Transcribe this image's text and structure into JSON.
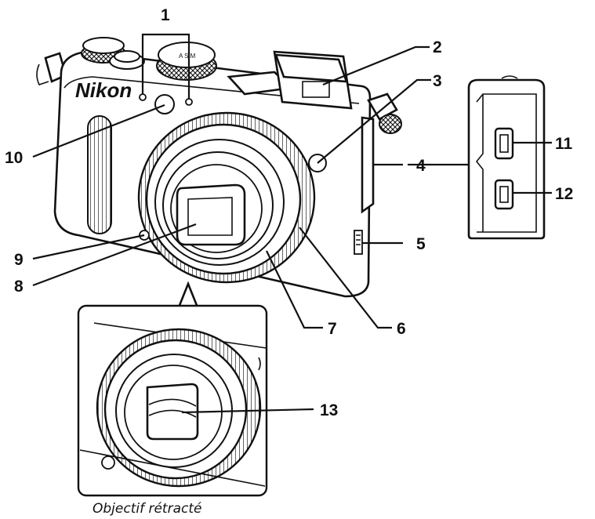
{
  "diagram": {
    "brand_logo": "Nikon",
    "caption": "Objectif rétracté",
    "callouts": [
      "1",
      "2",
      "3",
      "4",
      "5",
      "6",
      "7",
      "8",
      "9",
      "10",
      "11",
      "12",
      "13"
    ]
  }
}
